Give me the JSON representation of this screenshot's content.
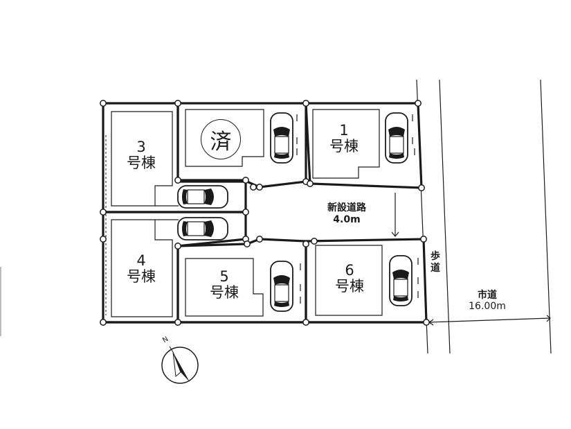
{
  "lots": [
    {
      "id": "1",
      "number_label": "1",
      "suffix_label": "号棟"
    },
    {
      "id": "3",
      "number_label": "3",
      "suffix_label": "号棟"
    },
    {
      "id": "4",
      "number_label": "4",
      "suffix_label": "号棟"
    },
    {
      "id": "5",
      "number_label": "5",
      "suffix_label": "号棟"
    },
    {
      "id": "6",
      "number_label": "6",
      "suffix_label": "号棟"
    }
  ],
  "sold_badge": "済",
  "new_road": {
    "name": "新設道路",
    "width": "4.0m"
  },
  "sidewalk_label": "歩\n道",
  "city_road": {
    "name": "市道",
    "width": "16.00m"
  },
  "compass_label": "N"
}
